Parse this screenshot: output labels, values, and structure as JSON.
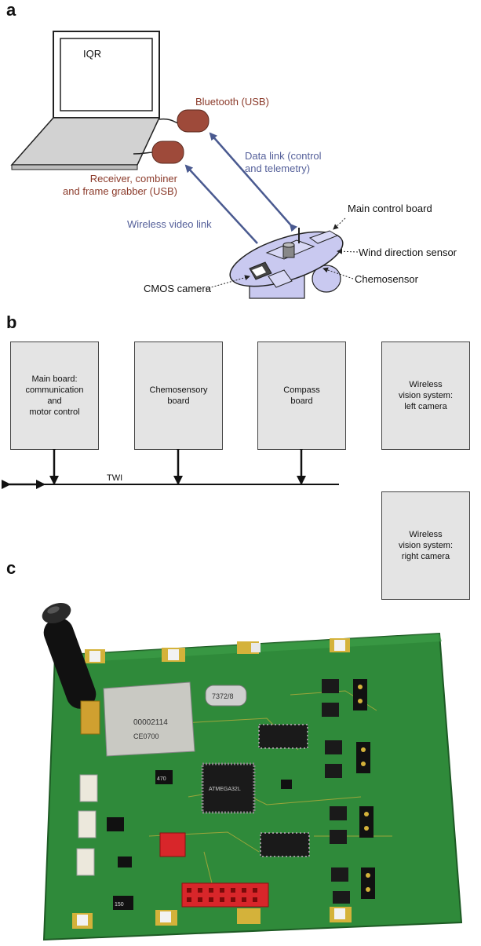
{
  "panels": {
    "a": "a",
    "b": "b",
    "c": "c"
  },
  "panel_a": {
    "laptop_label": "IQR",
    "bluetooth_label": "Bluetooth (USB)",
    "receiver_label_line1": "Receiver, combiner",
    "receiver_label_line2": "and frame grabber (USB)",
    "data_link_line1": "Data link (control",
    "data_link_line2": "and telemetry)",
    "video_link_label": "Wireless video link",
    "main_control_board": "Main control board",
    "wind_sensor": "Wind direction sensor",
    "chemosensor": "Chemosensor",
    "cmos_camera": "CMOS camera"
  },
  "panel_b": {
    "boxes": [
      "Main board:\ncommunication\nand\nmotor control",
      "Chemosensory\nboard",
      "Compass\nboard",
      "Wireless\nvision system:\nleft camera",
      "Wireless\nvision system:\nright camera"
    ],
    "bus_label": "TWI"
  },
  "panel_c": {
    "module_text_1": "00002114",
    "module_text_2": "CE0700",
    "crystal_text": "7372/8",
    "chip_text": "ATMEGA32L",
    "cap_text_1": "470",
    "cap_text_2": "150"
  },
  "colors": {
    "brown_label": "#8b3a2a",
    "blue_label": "#55609a",
    "arrow": "#4a5a90",
    "robot_fill": "#c9c9f0",
    "dongle": "#9e4a3a",
    "pcb_green": "#2f8a3a",
    "connector_red": "#d8262a"
  }
}
